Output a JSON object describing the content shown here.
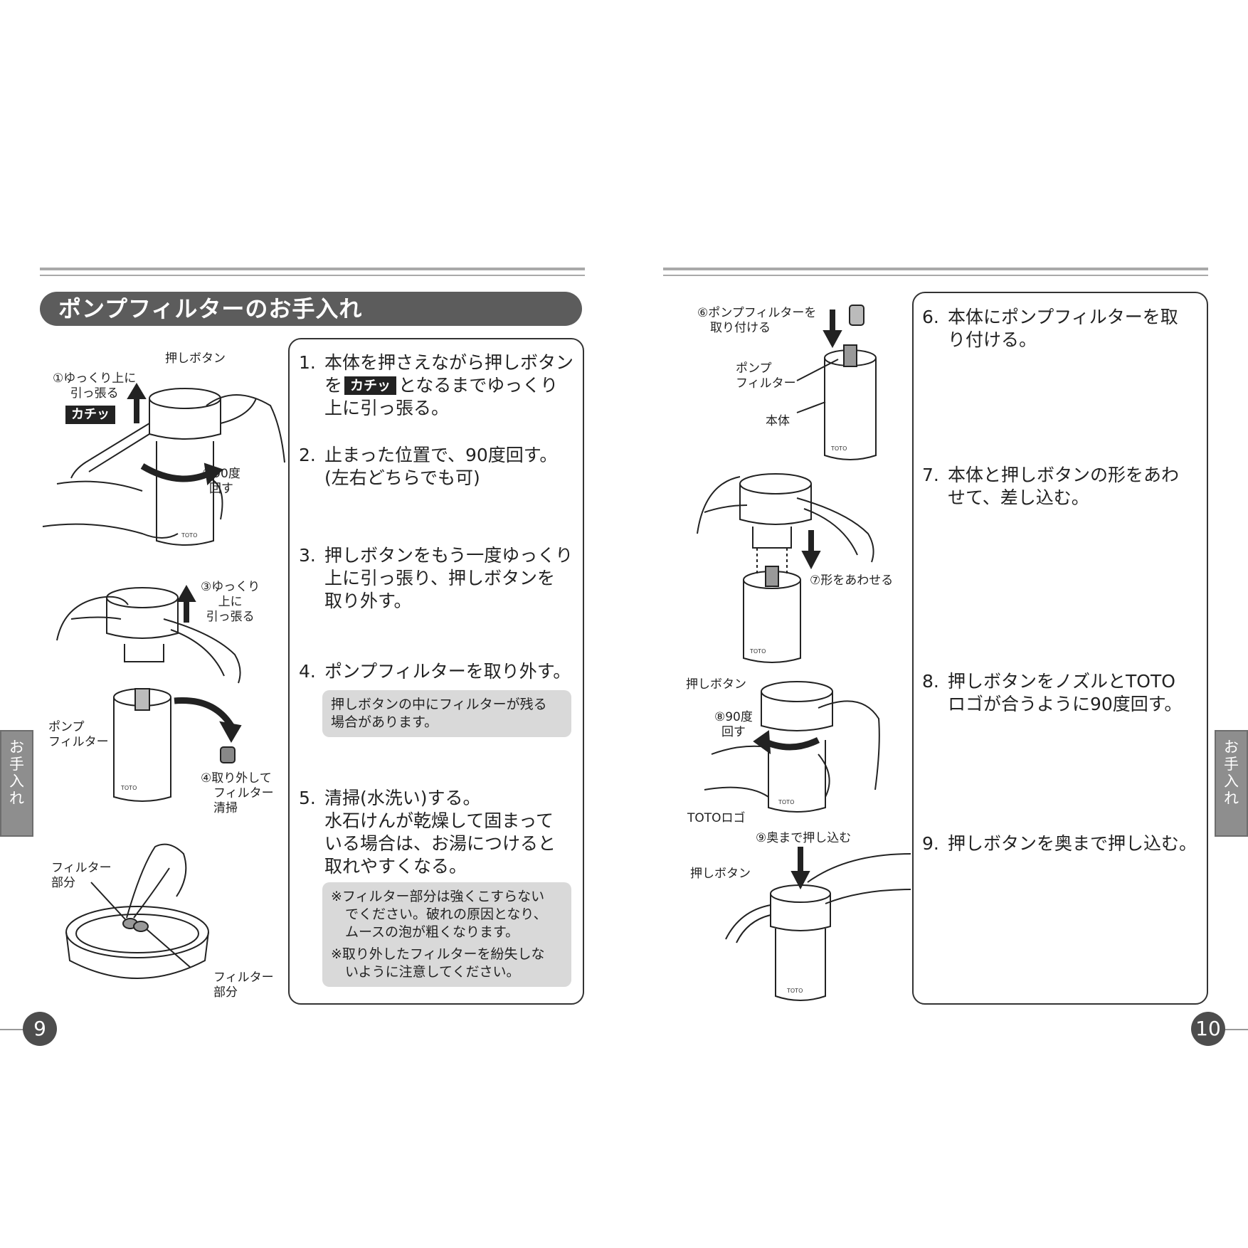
{
  "left_page": {
    "title": "ポンプフィルターのお手入れ",
    "page_number": "9",
    "side_tab": [
      "お",
      "手",
      "入",
      "れ"
    ],
    "steps": [
      {
        "num": "1.",
        "lines": [
          "本体を押さえながら押しボタン",
          "を",
          "となるまでゆっくり",
          "上に引っ張る。"
        ],
        "badge": "カチッ"
      },
      {
        "num": "2.",
        "lines": [
          "止まった位置で、90度回す。",
          "(左右どちらでも可)"
        ]
      },
      {
        "num": "3.",
        "lines": [
          "押しボタンをもう一度ゆっくり",
          "上に引っ張り、押しボタンを",
          "取り外す。"
        ]
      },
      {
        "num": "4.",
        "lines": [
          "ポンプフィルターを取り外す。"
        ],
        "note": [
          "押しボタンの中にフィルターが残る",
          "場合があります。"
        ]
      },
      {
        "num": "5.",
        "lines": [
          "清掃(水洗い)する。",
          "水石けんが乾燥して固まって",
          "いる場合は、お湯につけると",
          "取れやすくなる。"
        ],
        "notes": [
          [
            "※フィルター部分は強くこすらない",
            "でください。破れの原因となり、",
            "ムースの泡が粗くなります。"
          ],
          [
            "※取り外したフィルターを紛失しな",
            "いように注意してください。"
          ]
        ]
      }
    ],
    "labels": {
      "push_button": "押しボタン",
      "pull_slowly": [
        "①ゆっくり上に",
        "引っ張る"
      ],
      "katchi": "カチッ",
      "rotate90": [
        "②90度",
        "回す"
      ],
      "pull_up_3": [
        "③ゆっくり",
        "上に",
        "引っ張る"
      ],
      "pump_filter": [
        "ポンプ",
        "フィルター"
      ],
      "remove_clean": [
        "④取り外して",
        "フィルター",
        "清掃"
      ],
      "filter_part_a": [
        "フィルター",
        "部分"
      ],
      "filter_part_b": [
        "フィルター",
        "部分"
      ]
    }
  },
  "right_page": {
    "page_number": "10",
    "side_tab": [
      "お",
      "手",
      "入",
      "れ"
    ],
    "steps": [
      {
        "num": "6.",
        "lines": [
          "本体にポンプフィルターを取",
          "り付ける。"
        ]
      },
      {
        "num": "7.",
        "lines": [
          "本体と押しボタンの形をあわ",
          "せて、差し込む。"
        ]
      },
      {
        "num": "8.",
        "lines": [
          "押しボタンをノズルとTOTO",
          "ロゴが合うように90度回す。"
        ]
      },
      {
        "num": "9.",
        "lines": [
          "押しボタンを奥まで押し込む。"
        ]
      }
    ],
    "labels": {
      "attach_filter": [
        "⑥ポンプフィルターを",
        "取り付ける"
      ],
      "pump_filter": [
        "ポンプ",
        "フィルター"
      ],
      "body": "本体",
      "align_shape": "⑦形をあわせる",
      "push_button_a": "押しボタン",
      "rotate90_8": [
        "⑧90度",
        "回す"
      ],
      "toto_logo": "TOTOロゴ",
      "push_in": "⑨奥まで押し込む",
      "push_button_b": "押しボタン"
    }
  },
  "colors": {
    "title_bar": "#5c5c5c",
    "note_bg": "#d9d9d9",
    "tab_bg": "#8e8e8e",
    "page_num_bg": "#4d4d4d"
  }
}
